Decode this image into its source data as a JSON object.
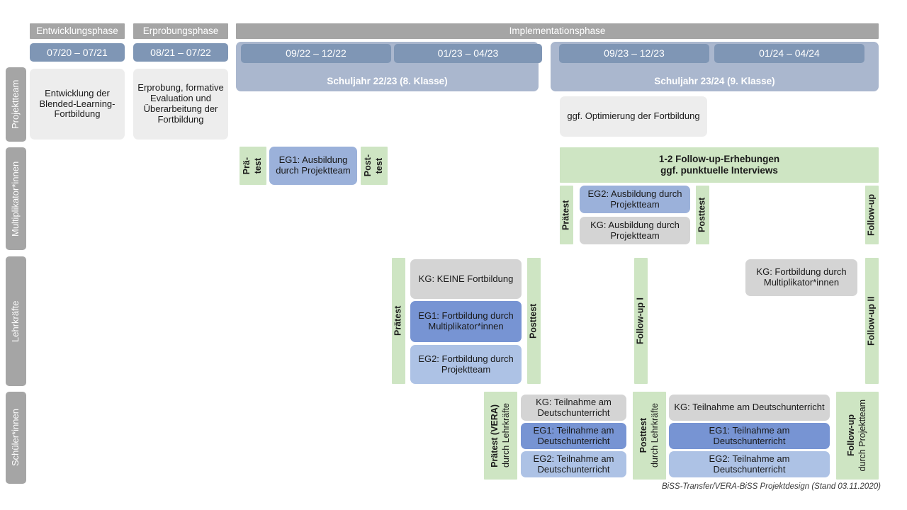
{
  "figure": {
    "footer_note": "BiSS-Transfer/VERA-BiSS Projektdesign (Stand 03.11.2020)"
  },
  "colors": {
    "header_gray": "#a5a5a5",
    "date_blue": "#7f96b5",
    "year_band_blue": "#aab7ce",
    "green": "#cee5c3",
    "card_gray_light": "#ededed",
    "card_gray_dark": "#d4d4d4",
    "blue_mid": "#9bb1da",
    "blue_dark": "#7794d3",
    "blue_light": "#adc2e5"
  },
  "phases": [
    {
      "label": "Entwicklungsphase"
    },
    {
      "label": "Erprobungsphase"
    },
    {
      "label": "Implementationsphase"
    }
  ],
  "periods": [
    {
      "label": "07/20 – 07/21"
    },
    {
      "label": "08/21 – 07/22"
    },
    {
      "label": "09/22 – 12/22"
    },
    {
      "label": "01/23 – 04/23"
    },
    {
      "label": "09/23 – 12/23"
    },
    {
      "label": "01/24 – 04/24"
    }
  ],
  "school_years": [
    {
      "label": "Schuljahr 22/23 (8. Klasse)"
    },
    {
      "label": "Schuljahr 23/24 (9. Klasse)"
    }
  ],
  "roles": [
    {
      "label": "Projektteam"
    },
    {
      "label": "Multiplikator*innen"
    },
    {
      "label": "Lehrkräfte"
    },
    {
      "label": "Schüler*innen"
    }
  ],
  "projektteam": {
    "entwicklung": "Entwicklung der Blended-Learning-Fortbildung",
    "erprobung": "Erprobung, formative Evaluation und Überarbeitung der Fortbildung",
    "optimierung": "ggf. Optimierung der Fortbildung"
  },
  "multiplikatoren": {
    "praetest_1_line1": "Prä-",
    "praetest_1_line2": "test",
    "posttest_1_line1": "Post-",
    "posttest_1_line2": "test",
    "eg1": "EG1: Ausbildung durch Projektteam",
    "followup_banner_line1": "1-2 Follow-up-Erhebungen",
    "followup_banner_line2": "ggf. punktuelle Interviews",
    "praetest_2": "Prätest",
    "posttest_2": "Posttest",
    "followup": "Follow-up",
    "eg2": "EG2: Ausbildung durch Projektteam",
    "kg": "KG: Ausbildung durch Projektteam"
  },
  "lehrkraefte": {
    "praetest": "Prätest",
    "posttest": "Posttest",
    "followup_1": "Follow-up I",
    "followup_2": "Follow-up II",
    "kg_keine": "KG:  KEINE Fortbildung",
    "eg1": "EG1: Fortbildung durch Multiplikator*innen",
    "eg2": "EG2: Fortbildung durch Projektteam",
    "kg_fortbildung": "KG: Fortbildung durch Multiplikator*innen"
  },
  "schueler": {
    "praetest_main": "Prätest (VERA)",
    "praetest_sub": "durch Lehrkräfte",
    "posttest_main": "Posttest",
    "posttest_sub": "durch Lehrkräfte",
    "followup_main": "Follow-up",
    "followup_sub": "durch Projektteam",
    "block1_kg": "KG: Teilnahme am Deutschunterricht",
    "block1_eg1": "EG1: Teilnahme am Deutschunterricht",
    "block1_eg2": "EG2: Teilnahme am Deutschunterricht",
    "block2_kg": "KG: Teilnahme am Deutschunterricht",
    "block2_eg1": "EG1: Teilnahme am Deutschunterricht",
    "block2_eg2": "EG2: Teilnahme am Deutschunterricht"
  }
}
